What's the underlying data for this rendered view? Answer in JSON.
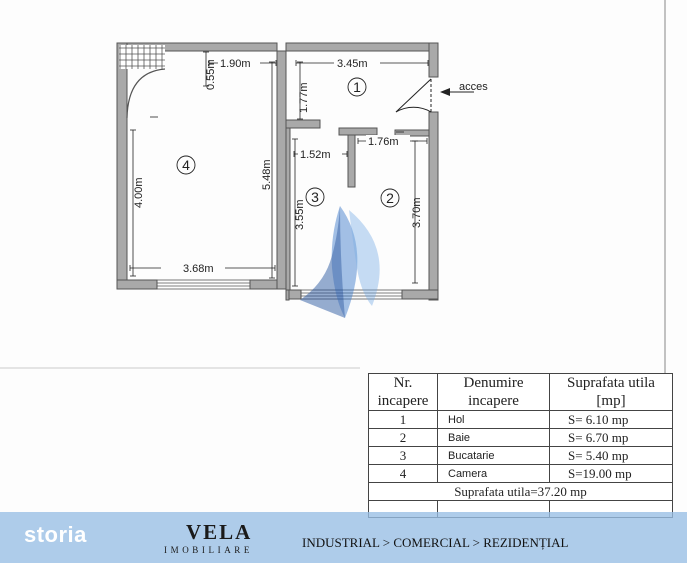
{
  "plan": {
    "dimensions": {
      "d_055": "0.55m",
      "d_190": "1.90m",
      "d_345": "3.45m",
      "d_177": "1.77m",
      "d_152": "1.52m",
      "d_176": "1.76m",
      "d_548": "5.48m",
      "d_400": "4.00m",
      "d_355": "3.55m",
      "d_370": "3.70m",
      "d_368": "3.68m"
    },
    "room_numbers": [
      "1",
      "2",
      "3",
      "4"
    ],
    "access_label": "acces"
  },
  "table": {
    "headers": {
      "nr": [
        "Nr.",
        "incapere"
      ],
      "name": [
        "Denumire",
        "incapere"
      ],
      "area": [
        "Suprafata utila",
        "[mp]"
      ]
    },
    "rows": [
      {
        "nr": "1",
        "name": "Hol",
        "area": "S= 6.10 mp"
      },
      {
        "nr": "2",
        "name": "Baie",
        "area": "S= 6.70 mp"
      },
      {
        "nr": "3",
        "name": "Bucatarie",
        "area": "S= 5.40 mp"
      },
      {
        "nr": "4",
        "name": "Camera",
        "area": "S=19.00 mp"
      }
    ],
    "total": "Suprafata utila=37.20 mp"
  },
  "footer": {
    "brand": "storia",
    "agency_name": "VELA",
    "agency_sub": "IMOBILIARE",
    "breadcrumb": "INDUSTRIAL > COMERCIAL > REZIDENȚIAL"
  },
  "colors": {
    "wall": "#a9a9a9",
    "wall_outline": "#555555",
    "overlay_bar": "#97bee4",
    "watermark_blue": "#3a78c9"
  }
}
